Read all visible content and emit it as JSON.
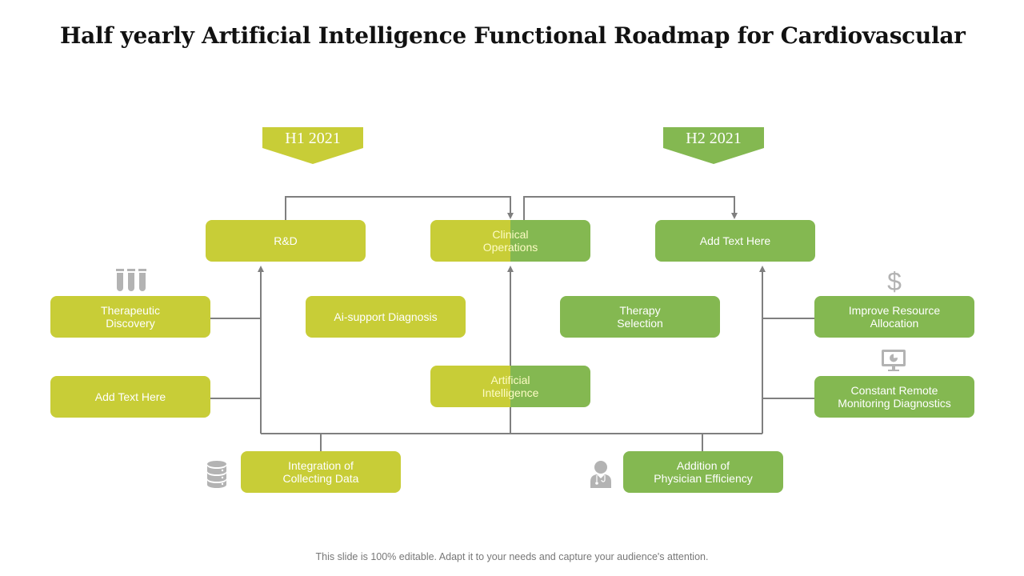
{
  "title": "Half yearly Artificial Intelligence Functional Roadmap for Cardiovascular",
  "colors": {
    "h1": "#c8cd37",
    "h2": "#84b851",
    "connector": "#7f7f7f",
    "icon": "#b3b3b3"
  },
  "phases": [
    {
      "label": "H1 2021",
      "color": "#c8cd37"
    },
    {
      "label": "H2 2021",
      "color": "#84b851"
    }
  ],
  "nodes": {
    "rd": "R&D",
    "clinical_operations": "Clinical\nOperations",
    "add_text_top": "Add Text Here",
    "therapeutic_discovery": "Therapeutic\nDiscovery",
    "ai_support_diagnosis": "Ai-support Diagnosis",
    "therapy_selection": "Therapy\nSelection",
    "improve_resource_allocation": "Improve Resource\nAllocation",
    "add_text_left": "Add Text Here",
    "artificial_intelligence": "Artificial\nIntelligence",
    "constant_remote_monitoring": "Constant Remote\nMonitoring Diagnostics",
    "integration_collecting_data": "Integration of\nCollecting Data",
    "addition_physician_efficiency": "Addition of\nPhysician Efficiency"
  },
  "icons": {
    "test_tubes": "test-tubes-icon",
    "dollar": "dollar-icon",
    "monitor": "monitor-chart-icon",
    "database": "database-icon",
    "doctor": "doctor-icon"
  },
  "footer": "This slide is 100% editable. Adapt it to your needs and capture your audience's attention."
}
